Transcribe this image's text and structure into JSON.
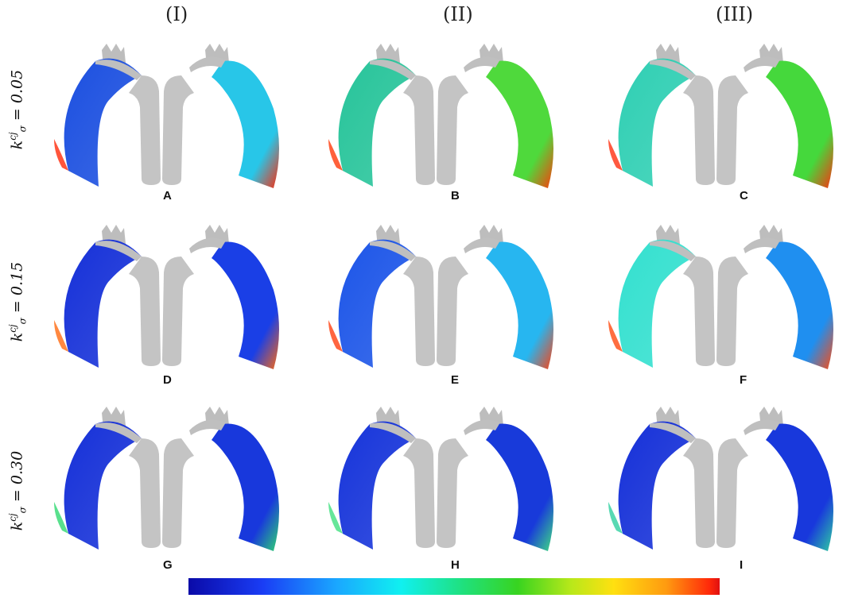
{
  "columns": [
    "(I)",
    "(II)",
    "(III)"
  ],
  "rows": [
    {
      "base": "k",
      "sup": "cj",
      "sub": "σ",
      "value": "= 0.05"
    },
    {
      "base": "k",
      "sup": "cj",
      "sub": "σ",
      "value": "= 0.15"
    },
    {
      "base": "k",
      "sup": "cj",
      "sub": "σ",
      "value": "= 0.30"
    }
  ],
  "panels": [
    {
      "letter": "A",
      "left": "#1b4fe0",
      "right": "#28c6e8",
      "spot": "#ff2a0a"
    },
    {
      "letter": "B",
      "left": "#27c49a",
      "right": "#4fd93c",
      "spot": "#ff3a0a"
    },
    {
      "letter": "C",
      "left": "#2fcfb3",
      "right": "#45d83c",
      "spot": "#ff3010"
    },
    {
      "letter": "D",
      "left": "#1530d8",
      "right": "#1a3fe6",
      "spot": "#ff6a10"
    },
    {
      "letter": "E",
      "left": "#1c55e8",
      "right": "#27b6f0",
      "spot": "#ff4010"
    },
    {
      "letter": "F",
      "left": "#33e0cf",
      "right": "#1f8ff0",
      "spot": "#ff4a10"
    },
    {
      "letter": "G",
      "left": "#1530d8",
      "right": "#1838dc",
      "spot": "#30d870"
    },
    {
      "letter": "H",
      "left": "#1634da",
      "right": "#183ada",
      "spot": "#40e080"
    },
    {
      "letter": "I",
      "left": "#1530d8",
      "right": "#1838dc",
      "spot": "#30d0a0"
    }
  ],
  "colorbar": {
    "colors": [
      "#0a0aa8",
      "#1aa8ff",
      "#10f0f0",
      "#38d420",
      "#ffe010",
      "#ff2a0a"
    ]
  }
}
